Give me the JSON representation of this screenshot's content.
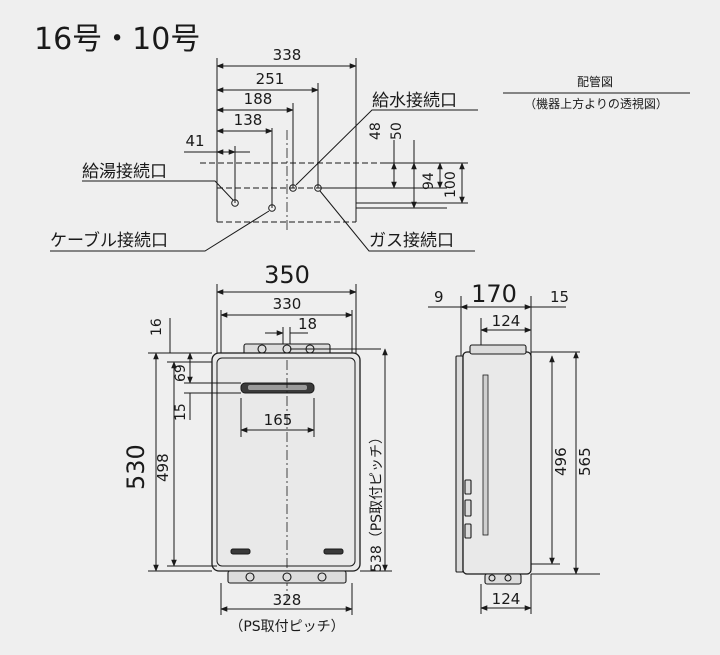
{
  "title": "16号・10号",
  "top_view": {
    "note_line1": "配管図",
    "note_line2": "（機器上方よりの透視図）",
    "dims": {
      "w338": "338",
      "w251": "251",
      "w188": "188",
      "w138": "138",
      "w41": "41",
      "v48": "48",
      "v50": "50",
      "v94": "94",
      "v100": "100"
    },
    "labels": {
      "hot_water": "給湯接続口",
      "water_supply": "給水接続口",
      "cable": "ケーブル接続口",
      "gas": "ガス接続口"
    }
  },
  "front_view": {
    "dims": {
      "w350": "350",
      "w330": "330",
      "w18": "18",
      "w165": "165",
      "w328": "328",
      "h530": "530",
      "h498": "498",
      "h16": "16",
      "h69": "69",
      "h15": "15",
      "h538": "538（PS取付ピッチ）"
    },
    "pitch_note": "（PS取付ピッチ）"
  },
  "side_view": {
    "dims": {
      "w170": "170",
      "w9": "9",
      "w15": "15",
      "w124_top": "124",
      "w124_bottom": "124",
      "h496": "496",
      "h565": "565"
    }
  }
}
